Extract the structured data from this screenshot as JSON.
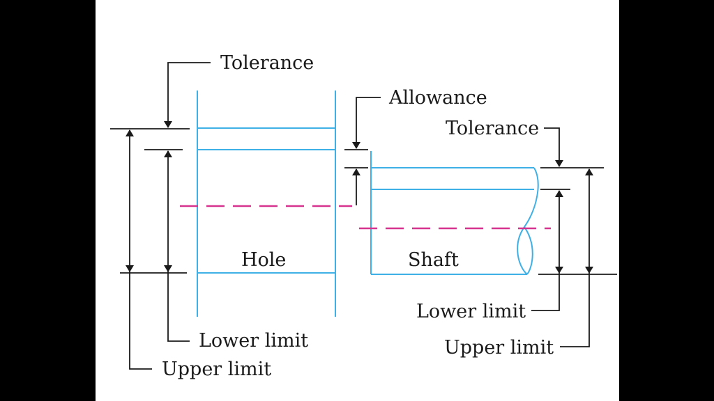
{
  "diagram": {
    "labels": {
      "hole_tolerance": "Tolerance",
      "allowance": "Allowance",
      "shaft_tolerance": "Tolerance",
      "hole": "Hole",
      "shaft": "Shaft",
      "hole_lower_limit": "Lower limit",
      "hole_upper_limit": "Upper limit",
      "shaft_lower_limit": "Lower limit",
      "shaft_upper_limit": "Upper limit"
    },
    "colors": {
      "background": "#000000",
      "panel": "#ffffff",
      "outline": "#3fb0e6",
      "center_line": "#d6338f",
      "dimension": "#1a1a1a"
    }
  }
}
